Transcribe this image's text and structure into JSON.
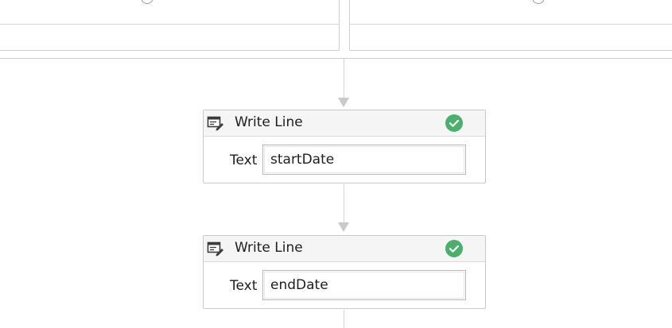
{
  "workflow": {
    "activities": [
      {
        "title": "Write Line",
        "icon": "write-line-icon",
        "status_icon": "check-circle-icon",
        "status_color": "#4caf6e",
        "property_label": "Text",
        "property_value": "startDate"
      },
      {
        "title": "Write Line",
        "icon": "write-line-icon",
        "status_icon": "check-circle-icon",
        "status_color": "#4caf6e",
        "property_label": "Text",
        "property_value": "endDate"
      }
    ],
    "connector_color": "#c9c9c9"
  }
}
